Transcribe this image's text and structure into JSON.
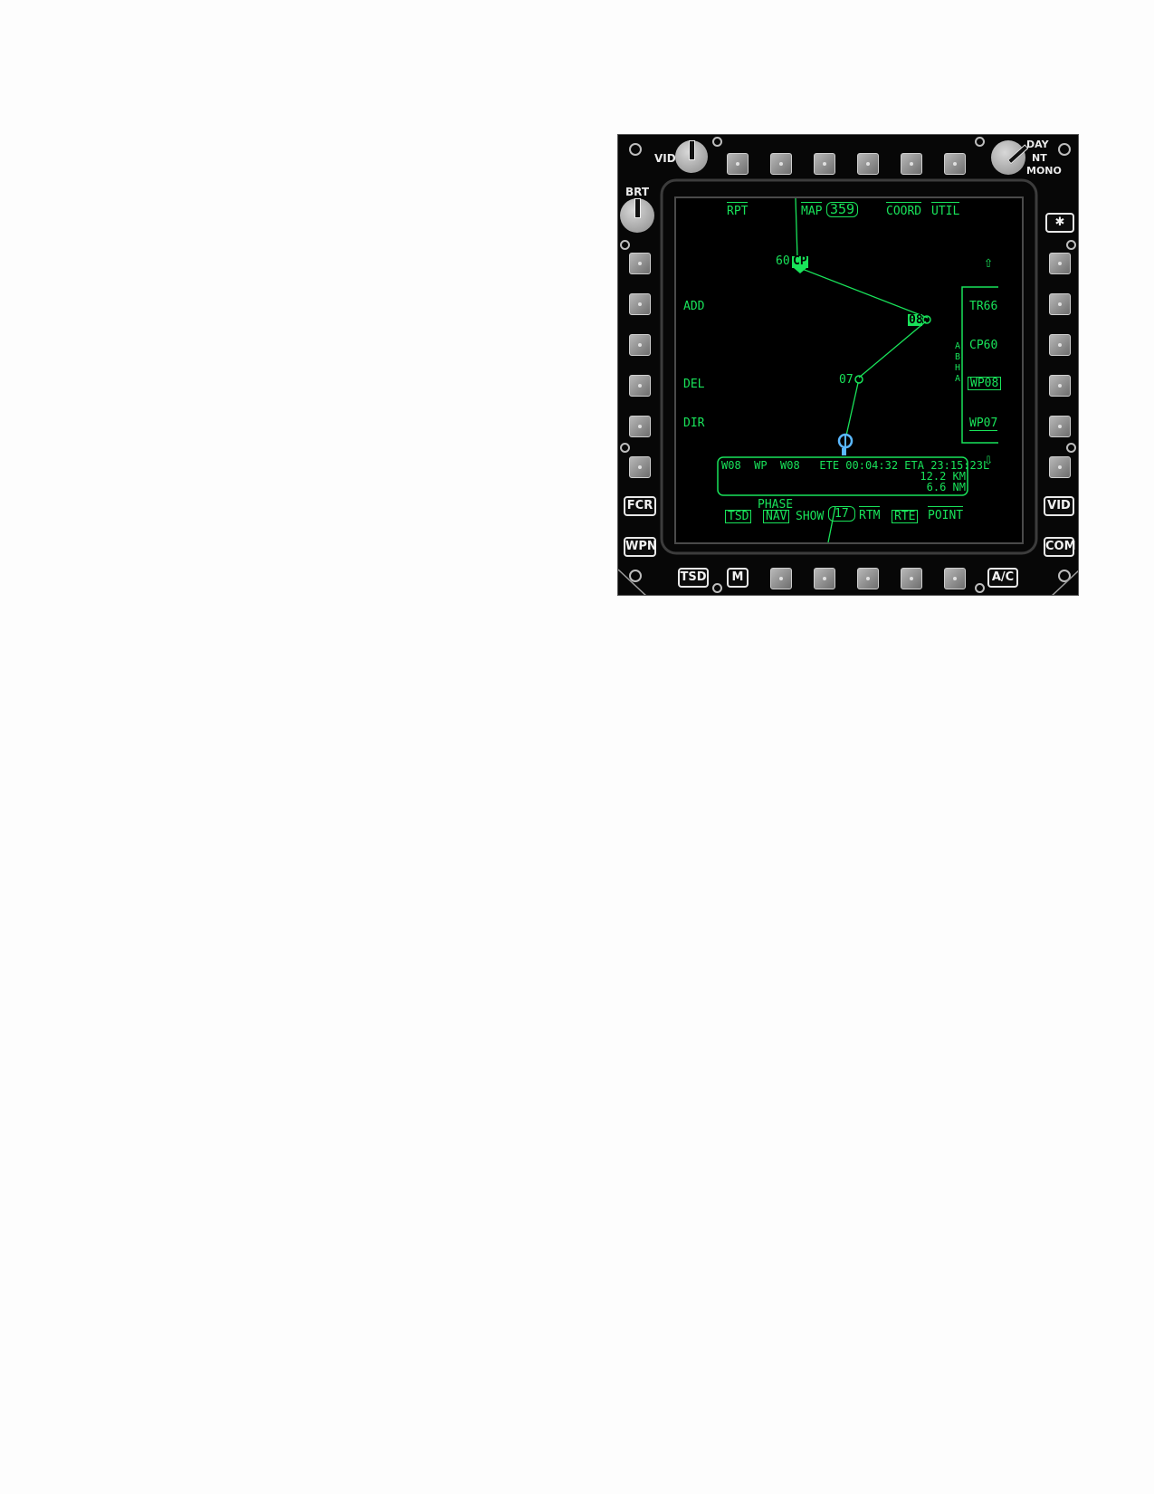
{
  "bezel": {
    "vid_knob_label": "VID",
    "brt_knob_label": "BRT",
    "mode_knob": {
      "day": "DAY",
      "nt": "NT",
      "mono": "MONO"
    },
    "left_fixed": [
      "FCR",
      "WPN"
    ],
    "right_fixed": [
      "VID",
      "COM"
    ],
    "bottom_fixed": {
      "tsd": "TSD",
      "m": "M",
      "ac": "A/C"
    },
    "star_key": "✱"
  },
  "screen": {
    "top_labels": {
      "rpt": "RPT",
      "map": "MAP",
      "heading": "359",
      "coord": "COORD",
      "util": "UTIL"
    },
    "left_labels": {
      "add": "ADD",
      "del": "DEL",
      "dir": "DIR"
    },
    "right_list": [
      "TR66",
      "CP60",
      "WP08",
      "WP07"
    ],
    "right_vertical_label": [
      "A",
      "B",
      "H",
      "A"
    ],
    "scroll_up": "⇧",
    "scroll_down": "⇩",
    "waypoints": {
      "cp60_number": "60",
      "cp60_tag": "CP",
      "wp08_tag": "08",
      "wp07_number": "07"
    },
    "status_box": {
      "line1": "W08  WP  W08   ETE 00:04:32 ETA 23:15:23L",
      "line2": "12.2 KM",
      "line3": "6.6 NM"
    },
    "bottom_labels": {
      "tsd": "TSD",
      "phase": "PHASE",
      "nav": "NAV",
      "show": "SHOW",
      "count": "17",
      "rtm": "RTM",
      "rte": "RTE",
      "point": "POINT"
    }
  },
  "colors": {
    "symbology": "#19e35a",
    "ownship": "#5ab8ff"
  }
}
